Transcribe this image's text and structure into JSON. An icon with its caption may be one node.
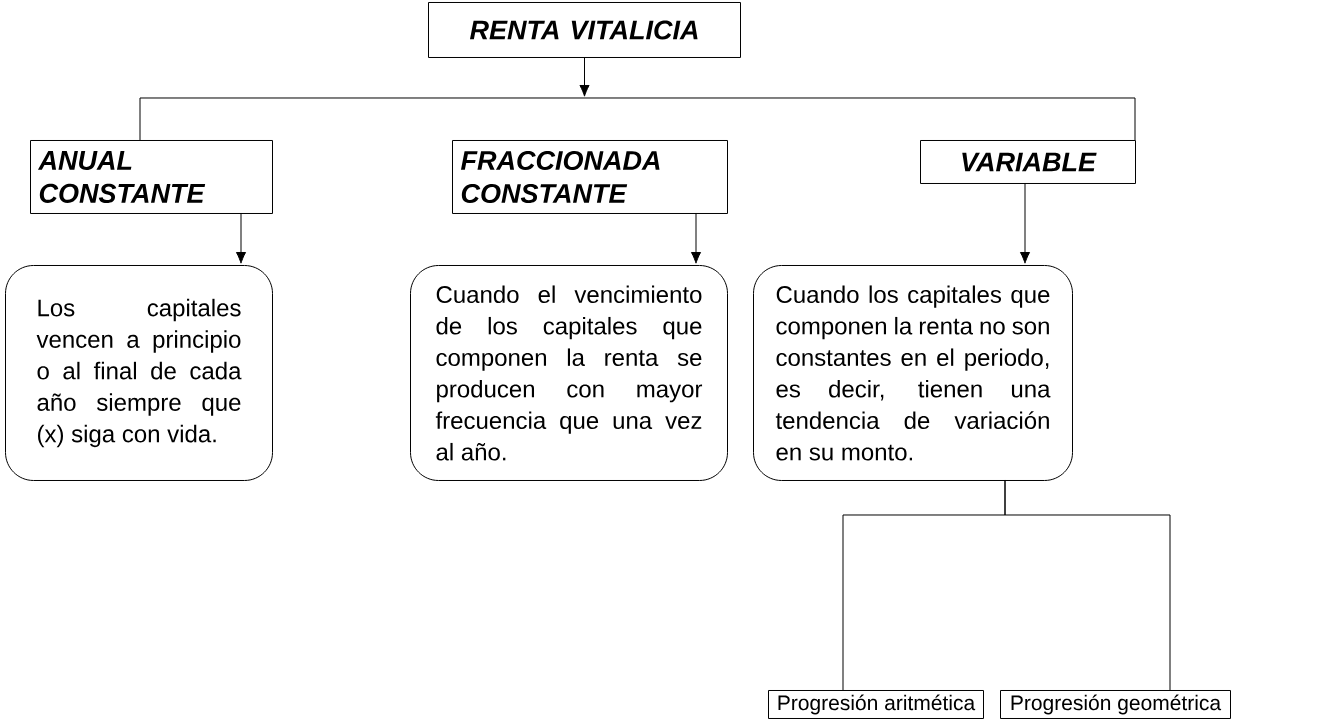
{
  "diagram": {
    "nodes": [
      {
        "text": [
          "RENTA VITALICIA"
        ]
      },
      {
        "text": [
          "ANUAL CONSTANTE"
        ]
      },
      {
        "text": [
          "FRACCIONADA CONSTANTE"
        ]
      },
      {
        "text": [
          "VARIABLE"
        ]
      },
      {
        "text": [
          "Los capitales vencen a principio o al final de cada año siempre que (x) siga con vida."
        ]
      },
      {
        "text": [
          "Cuando el vencimiento de los capitales que componen la renta se producen con mayor frecuencia que una vez al año."
        ]
      },
      {
        "text": [
          "Cuando los capitales que componen la renta no son constantes en el periodo, es decir, tienen una tendencia de variación en su monto."
        ]
      },
      {
        "text": [
          "Progresión aritmética"
        ]
      },
      {
        "text": [
          "Progresión geométrica"
        ]
      },
      {
        "text": [],
        "shape": "bar"
      }
    ],
    "edges": [
      {
        "from": 0,
        "to": 9,
        "arrow": "to"
      },
      {
        "from": 9,
        "to": 1,
        "arrow": "none"
      },
      {
        "from": 9,
        "to": 3,
        "arrow": "none"
      },
      {
        "from": 1,
        "to": 4,
        "arrow": "to"
      },
      {
        "from": 2,
        "to": 5,
        "arrow": "to"
      },
      {
        "from": 3,
        "to": 6,
        "arrow": "to"
      },
      {
        "from": 6,
        "to": 7,
        "arrow": "none"
      },
      {
        "from": 6,
        "to": 8,
        "arrow": "none"
      }
    ]
  }
}
